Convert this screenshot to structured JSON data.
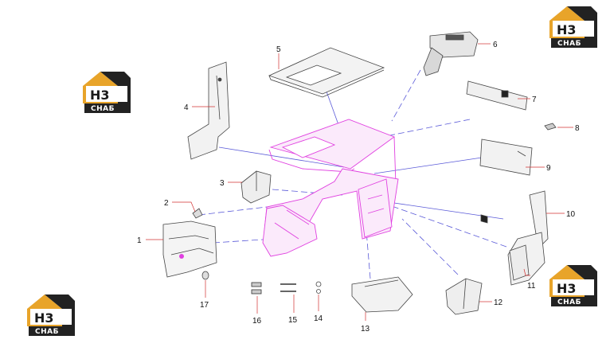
{
  "colors": {
    "cab_outline": "#e040e0",
    "leader": "#5a5ad8",
    "part": "#444444",
    "logo_gold": "#e8a42a",
    "logo_dark": "#222222"
  },
  "logo": {
    "mark": "H3",
    "caption": "СНАБ"
  },
  "callouts": [
    {
      "id": "p1",
      "label": "1"
    },
    {
      "id": "p2",
      "label": "2"
    },
    {
      "id": "p3",
      "label": "3"
    },
    {
      "id": "p4",
      "label": "4"
    },
    {
      "id": "p5",
      "label": "5"
    },
    {
      "id": "p6",
      "label": "6"
    },
    {
      "id": "p7",
      "label": "7"
    },
    {
      "id": "p8",
      "label": "8"
    },
    {
      "id": "p9",
      "label": "9"
    },
    {
      "id": "p10",
      "label": "10"
    },
    {
      "id": "p11",
      "label": "11"
    },
    {
      "id": "p12",
      "label": "12"
    },
    {
      "id": "p13",
      "label": "13"
    },
    {
      "id": "p14",
      "label": "14"
    },
    {
      "id": "p15",
      "label": "15"
    },
    {
      "id": "p16",
      "label": "16"
    },
    {
      "id": "p17",
      "label": "17"
    }
  ]
}
